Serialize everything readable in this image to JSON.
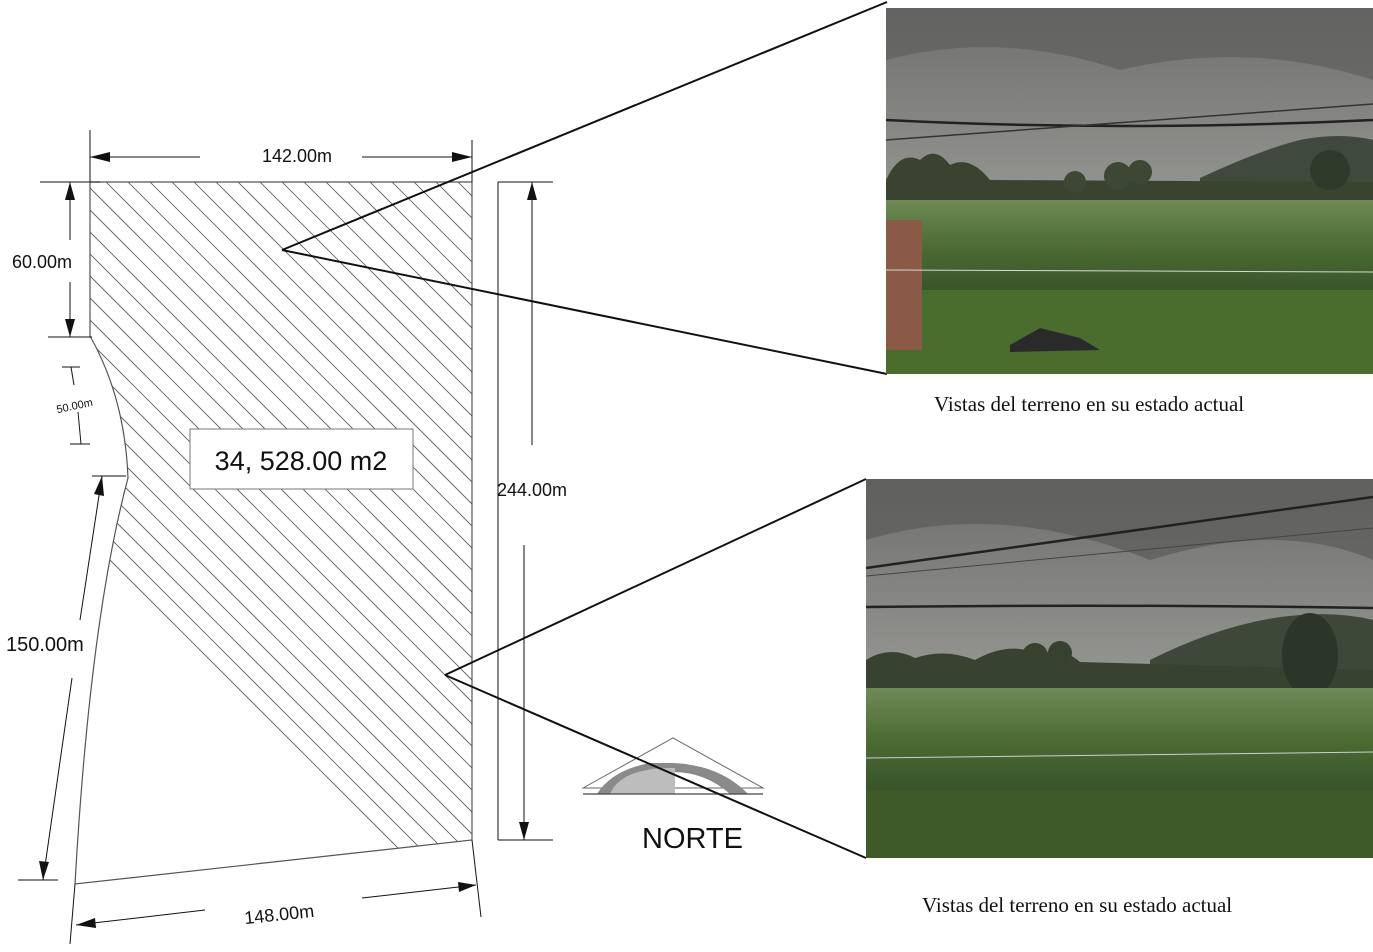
{
  "plan": {
    "top_width": "142.00m",
    "left_upper": "60.00m",
    "curve": "50.00m",
    "left_lower": "150.00m",
    "right_height": "244.00m",
    "bottom_width": "148.00m",
    "area": "34, 528.00 m2"
  },
  "north": {
    "label": "NORTE"
  },
  "photos": [
    {
      "caption": "Vistas del terreno en su estado actual"
    },
    {
      "caption": "Vistas del terreno en su estado actual"
    }
  ],
  "colors": {
    "line": "#111111",
    "sky": "#8d8e8b",
    "field": "#4e6b34",
    "grass": "#3f5a2a",
    "hills": "#3b4637"
  }
}
